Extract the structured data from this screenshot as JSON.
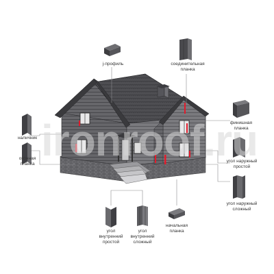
{
  "labels": {
    "j_profile": "j-профиль",
    "joining_strip": "соединительная планка",
    "finish_strip": "финишная планка",
    "outer_corner_simple": "угол наружный простой",
    "outer_corner_complex": "угол наружный сложный",
    "starter_strip": "начальная планка",
    "inner_corner_complex": "угол внутренний сложный",
    "inner_corner_simple": "угол внутренний простой",
    "window_strip": "оконная планка",
    "nalichnik": "наличник"
  },
  "watermark": "ironroof.ru",
  "colors": {
    "accent": "#e21b2b",
    "siding": "#5b5b5f",
    "roof": "#4a4a4e",
    "leader": "#888888"
  }
}
